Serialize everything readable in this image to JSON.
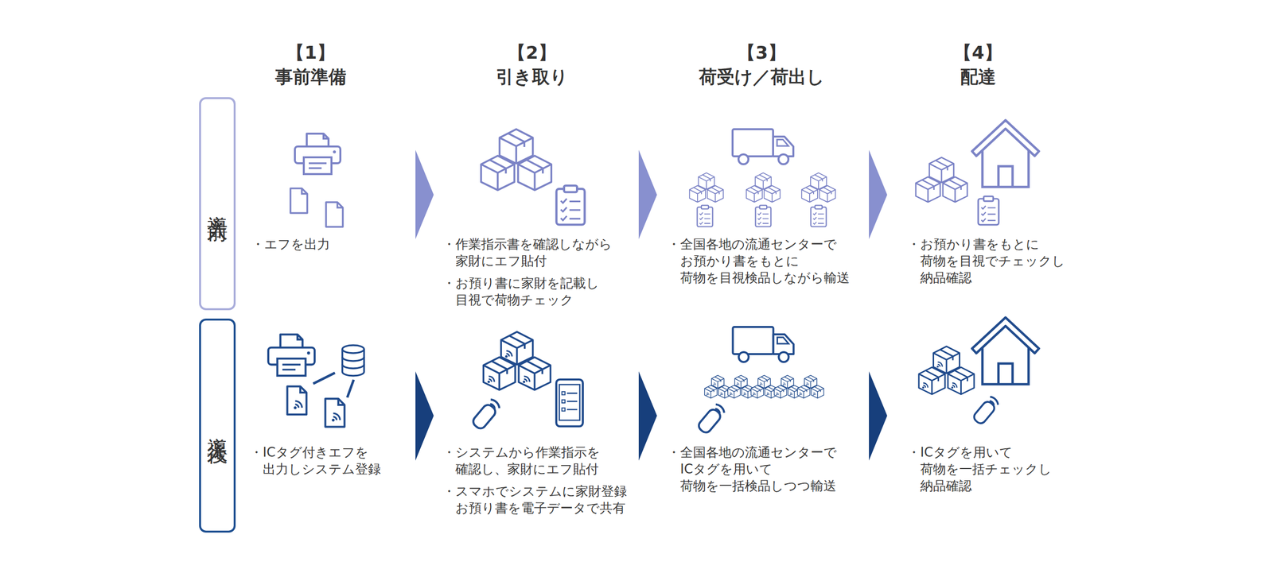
{
  "diagram": {
    "nodes": [
      {
        "text": [
          "導入前"
        ]
      },
      {
        "text": [
          "導入後"
        ]
      }
    ],
    "labels": [
      "【1】",
      "事前準備",
      "【2】",
      "引き取り",
      "【3】",
      "荷受け／荷出し",
      "【4】",
      "配達",
      "・エフを出力",
      "・作業指示書を確認しながら 家財にエフ貼付",
      "・お預り書に家財を記載し 目視で荷物チェック",
      "・全国各地の流通センターで お預かり書をもとに 荷物を目視検品しながら輸送",
      "・お預かり書をもとに 荷物を目視でチェックし 納品確認",
      "・ICタグ付きエフを 出力しシステム登録",
      "・システムから作業指示を 確認し、家財にエフ貼付",
      "・スマホでシステムに家財登録 お預り書を電子データで共有",
      "・全国各地の流通センターで ICタグを用いて 荷物を一括検品しつつ輸送",
      "・ICタグを用いて 荷物を一括チェックし 納品確認"
    ]
  }
}
